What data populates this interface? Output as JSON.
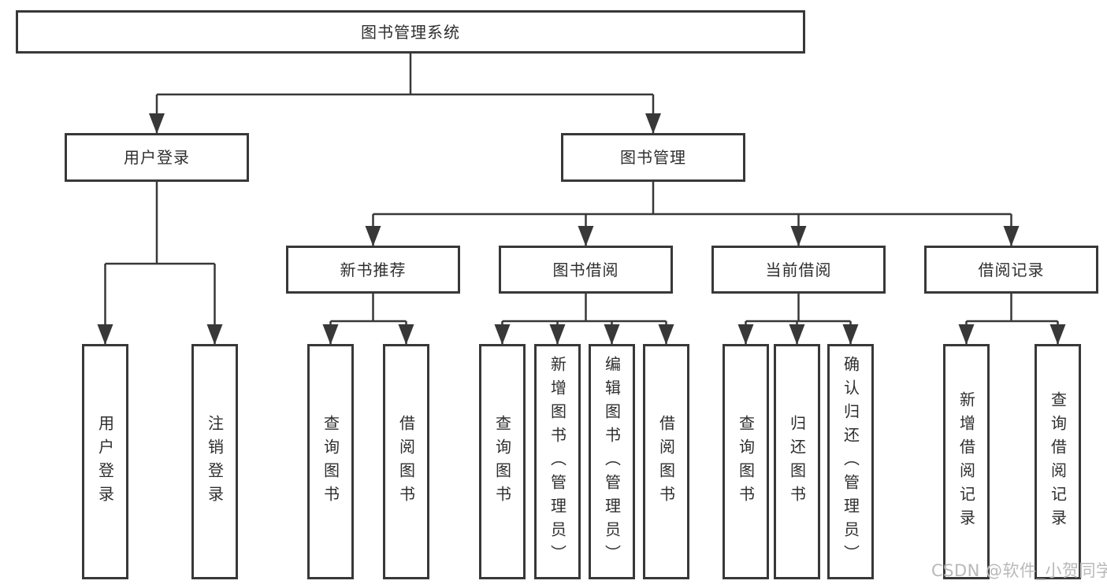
{
  "colors": {
    "line": "#383838",
    "box_border": "#383838",
    "text": "#2e2e2e",
    "background": "#ffffff",
    "watermark": "#b9b9b9"
  },
  "diagram": {
    "root": {
      "label": "图书管理系统"
    },
    "branches": [
      {
        "label": "用户登录",
        "leaves": [
          {
            "label": "用户登录"
          },
          {
            "label": "注销登录"
          }
        ]
      },
      {
        "label": "图书管理",
        "groups": [
          {
            "label": "新书推荐",
            "leaves": [
              {
                "label": "查询图书"
              },
              {
                "label": "借阅图书"
              }
            ]
          },
          {
            "label": "图书借阅",
            "leaves": [
              {
                "label": "查询图书"
              },
              {
                "label": "新增图书（管理员）"
              },
              {
                "label": "编辑图书（管理员）"
              },
              {
                "label": "借阅图书"
              }
            ]
          },
          {
            "label": "当前借阅",
            "leaves": [
              {
                "label": "查询图书"
              },
              {
                "label": "归还图书"
              },
              {
                "label": "确认归还（管理员）"
              }
            ]
          },
          {
            "label": "借阅记录",
            "leaves": [
              {
                "label": "新增借阅记录"
              },
              {
                "label": "查询借阅记录"
              }
            ]
          }
        ]
      }
    ]
  },
  "watermark": {
    "text": "CSDN @软件_小贺同学"
  }
}
